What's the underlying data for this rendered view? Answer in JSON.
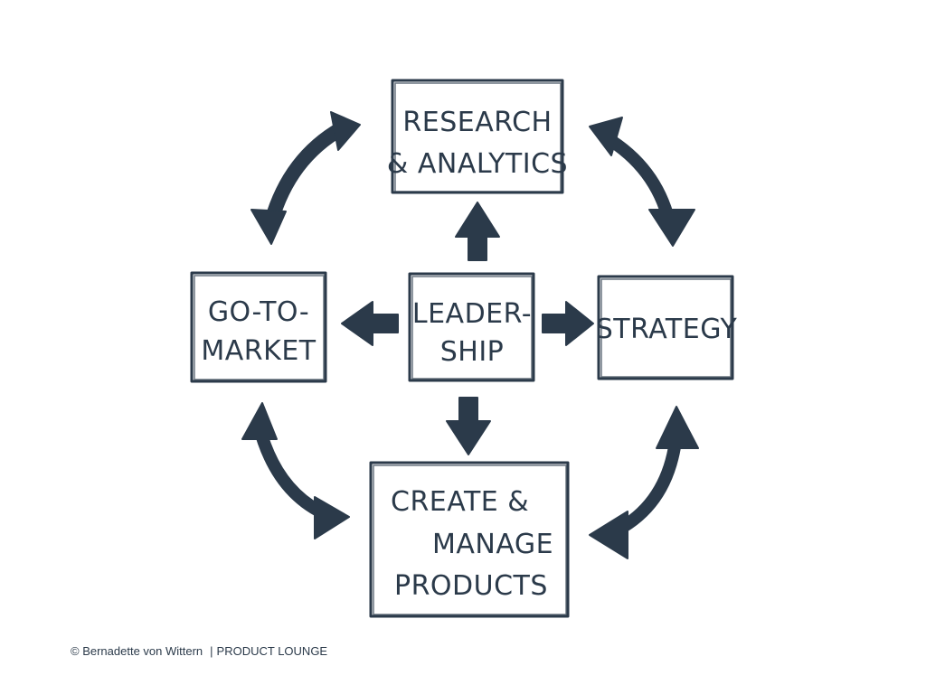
{
  "boxes": {
    "research": {
      "lines": [
        "RESEARCH",
        "& ANALYTICS"
      ]
    },
    "leadership": {
      "lines": [
        "LEADER-",
        "SHIP"
      ]
    },
    "go_to_market": {
      "lines": [
        "GO-TO-",
        "MARKET"
      ]
    },
    "strategy": {
      "lines": [
        "STRATEGY"
      ]
    },
    "create": {
      "lines": [
        "CREATE &",
        "MANAGE",
        "PRODUCTS"
      ]
    }
  },
  "footer": {
    "copyright": "© Bernadette von Wittern",
    "separator": "|",
    "brand": "PRODUCT LOUNGE"
  },
  "colors": {
    "ink": "#2b3a4a",
    "background": "#ffffff"
  }
}
